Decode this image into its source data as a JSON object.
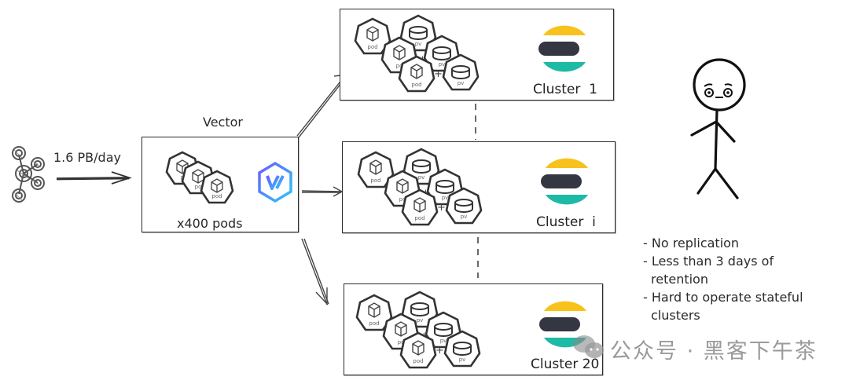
{
  "source": {
    "icon": "kafka-icon",
    "throughput_label": "1.6 PB/day"
  },
  "vector": {
    "title": "Vector",
    "pod_label": "pod",
    "pods_count_label": "x400 pods",
    "logo": "vector-logo-icon"
  },
  "clusters": [
    {
      "label": "Cluster  1",
      "pod_label": "pod",
      "pv_label": "pv"
    },
    {
      "label": "Cluster  i",
      "pod_label": "pod",
      "pv_label": "pv"
    },
    {
      "label": "Cluster 20",
      "pod_label": "pod",
      "pv_label": "pv"
    }
  ],
  "elastic_colors": {
    "top": "#F8C21C",
    "middle": "#343741",
    "bottom": "#1DBAA6"
  },
  "vector_logo_colors": {
    "start": "#6B5CFF",
    "end": "#2FC6F5"
  },
  "notes": [
    {
      "bullet": "- No replication",
      "cont": ""
    },
    {
      "bullet": "- Less than 3 days of",
      "cont": "retention"
    },
    {
      "bullet": "- Hard to operate stateful",
      "cont": "clusters"
    }
  ],
  "watermark": {
    "icon": "wechat-icon",
    "text": "公众号 · 黑客下午茶"
  }
}
